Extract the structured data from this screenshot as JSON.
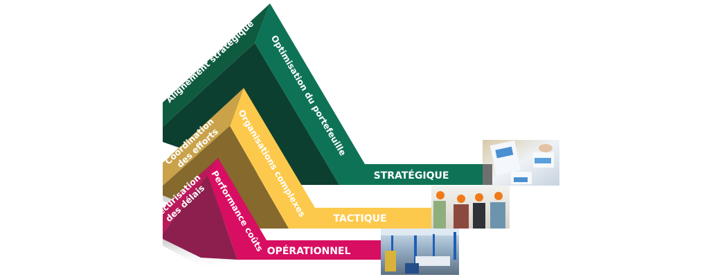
{
  "levels": [
    {
      "name": "STRATÉGIQUE",
      "face_left": [
        "Alignement stratégique"
      ],
      "face_right": "Optimisation du portefeuille",
      "photo": "business-charts-photo",
      "colors": {
        "front": "#0e7356",
        "strip": "#0f5b40",
        "dark": "#0d3f30"
      }
    },
    {
      "name": "TACTIQUE",
      "face_left": [
        "Coordination",
        "des efforts"
      ],
      "face_right": "Organisations complexes",
      "photo": "construction-team-photo",
      "colors": {
        "front": "#fcc94c",
        "strip": "#c9a24a",
        "dark": "#85692d"
      }
    },
    {
      "name": "OPÉRATIONNEL",
      "face_left": [
        "Sécurisation",
        "des délais"
      ],
      "face_right": "Performance coûts",
      "photo": "factory-floor-photo",
      "colors": {
        "front": "#d80e62",
        "strip": "#b81a5a",
        "dark": "#8c1f4d"
      }
    }
  ]
}
